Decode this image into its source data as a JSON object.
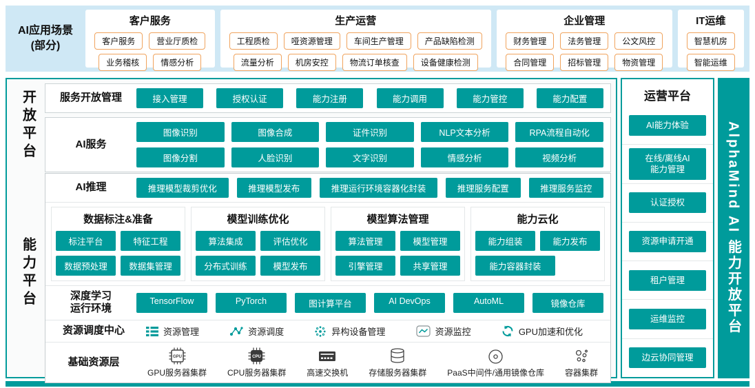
{
  "colors": {
    "teal": "#009b9b",
    "light_blue": "#cfe8f5",
    "orange_border": "#f0a35d"
  },
  "scenarios": {
    "label": "AI应用场景\n(部分)",
    "groups": [
      {
        "title": "客户服务",
        "rows": [
          [
            "客户服务",
            "营业厅质检"
          ],
          [
            "业务稽核",
            "情感分析"
          ]
        ]
      },
      {
        "title": "生产运营",
        "rows": [
          [
            "工程质检",
            "哑资源管理",
            "车间生产管理",
            "产品缺陷检测"
          ],
          [
            "流量分析",
            "机房安控",
            "物流订单核查",
            "设备健康检测"
          ]
        ]
      },
      {
        "title": "企业管理",
        "rows": [
          [
            "财务管理",
            "法务管理",
            "公文风控"
          ],
          [
            "合同管理",
            "招标管理",
            "物资管理"
          ]
        ]
      },
      {
        "title": "IT运维",
        "rows": [
          [
            "智慧机房"
          ],
          [
            "智能运维"
          ]
        ]
      }
    ]
  },
  "open_platform": {
    "label": "开放平台",
    "service_mgmt": {
      "title": "服务开放管理",
      "items": [
        "接入管理",
        "授权认证",
        "能力注册",
        "能力调用",
        "能力管控",
        "能力配置"
      ]
    },
    "ai_services": {
      "title": "AI服务",
      "rows": [
        [
          "图像识别",
          "图像合成",
          "证件识别",
          "NLP文本分析",
          "RPA流程自动化"
        ],
        [
          "图像分割",
          "人脸识别",
          "文字识别",
          "情感分析",
          "视频分析"
        ]
      ]
    }
  },
  "capability_platform": {
    "label": "能力平台",
    "ai_inference": {
      "title": "AI推理",
      "items": [
        "推理模型裁剪优化",
        "推理模型发布",
        "推理运行环境容器化封装",
        "推理服务配置",
        "推理服务监控"
      ]
    },
    "columns": [
      {
        "title": "数据标注&准备",
        "rows": [
          [
            "标注平台",
            "特征工程"
          ],
          [
            "数据预处理",
            "数据集管理"
          ]
        ]
      },
      {
        "title": "模型训练优化",
        "rows": [
          [
            "算法集成",
            "评估优化"
          ],
          [
            "分布式训练",
            "模型发布"
          ]
        ]
      },
      {
        "title": "模型算法管理",
        "rows": [
          [
            "算法管理",
            "模型管理"
          ],
          [
            "引擎管理",
            "共享管理"
          ]
        ]
      },
      {
        "title": "能力云化",
        "rows": [
          [
            "能力组装",
            "能力发布"
          ],
          [
            "能力容器封装"
          ]
        ]
      }
    ],
    "dl_env": {
      "title": "深度学习\n运行环境",
      "items": [
        "TensorFlow",
        "PyTorch",
        "图计算平台",
        "AI DevOps",
        "AutoML",
        "镜像仓库"
      ]
    },
    "scheduling": {
      "title": "资源调度中心",
      "items": [
        {
          "icon": "list-icon",
          "label": "资源管理"
        },
        {
          "icon": "network-icon",
          "label": "资源调度"
        },
        {
          "icon": "devices-cluster-icon",
          "label": "异构设备管理"
        },
        {
          "icon": "monitor-chart-icon",
          "label": "资源监控"
        },
        {
          "icon": "gpu-accelerate-icon",
          "label": "GPU加速和优化"
        }
      ]
    },
    "base_layer": {
      "title": "基础资源层",
      "items": [
        {
          "icon": "gpu-chip-icon",
          "label": "GPU服务器集群"
        },
        {
          "icon": "cpu-chip-icon",
          "label": "CPU服务器集群"
        },
        {
          "icon": "switch-icon",
          "label": "高速交换机"
        },
        {
          "icon": "storage-icon",
          "label": "存储服务器集群"
        },
        {
          "icon": "disc-icon",
          "label": "PaaS中间件/通用镜像仓库"
        },
        {
          "icon": "container-cluster-icon",
          "label": "容器集群"
        }
      ]
    }
  },
  "operations_platform": {
    "title": "运营平台",
    "items": [
      "AI能力体验",
      "在线/离线AI\n能力管理",
      "认证授权",
      "资源申请开通",
      "租户管理",
      "运维监控",
      "边云协同管理"
    ]
  },
  "brand": {
    "vertical_title": "AlphaMind AI 能力开放平台"
  }
}
